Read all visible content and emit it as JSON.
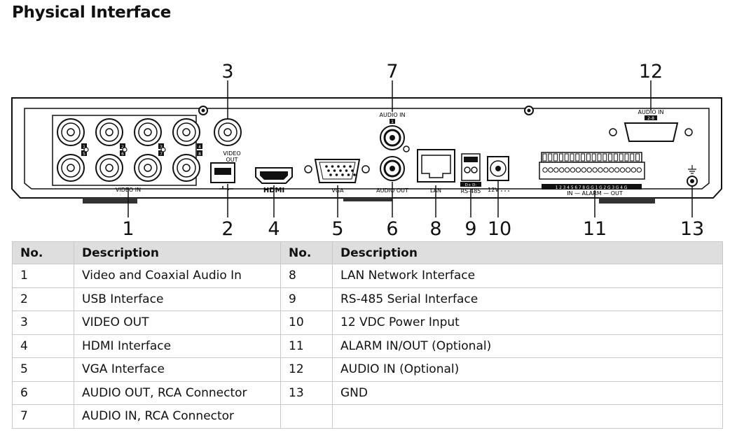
{
  "title": "Physical Interface",
  "callouts": [
    "1",
    "2",
    "3",
    "4",
    "5",
    "6",
    "7",
    "8",
    "9",
    "10",
    "11",
    "12",
    "13"
  ],
  "panel_labels": {
    "video_in": "VIDEO IN",
    "video_out_1": "VIDEO",
    "video_out_2": "OUT",
    "audio_in": "AUDIO IN",
    "audio_in_num": "1",
    "vga": "VGA",
    "audio_out": "AUDIO OUT",
    "lan": "LAN",
    "rs485": "RS-485",
    "rs485_pins": "D+ D-",
    "power": "12V",
    "alarm": "IN — ALARM — OUT",
    "alarm_pins": "1 2 3 4 5 6 7 8 G G 1 G 2 G 3 G 4 G",
    "audio_in_2": "AUDIO IN",
    "audio_in_2_range": "2-8",
    "hdmi": "HDMI",
    "bnc_nums": [
      "1",
      "5",
      "2",
      "6",
      "3",
      "7",
      "4",
      "8"
    ]
  },
  "table": {
    "headers": [
      "No.",
      "Description",
      "No.",
      "Description"
    ],
    "rows": [
      [
        "1",
        "Video and Coaxial Audio In",
        "8",
        "LAN Network Interface"
      ],
      [
        "2",
        "USB Interface",
        "9",
        "RS-485 Serial Interface"
      ],
      [
        "3",
        "VIDEO OUT",
        "10",
        "12 VDC Power Input"
      ],
      [
        "4",
        "HDMI Interface",
        "11",
        "ALARM IN/OUT (Optional)"
      ],
      [
        "5",
        "VGA Interface",
        "12",
        "AUDIO IN (Optional)"
      ],
      [
        "6",
        "AUDIO OUT, RCA Connector",
        "13",
        "GND"
      ],
      [
        "7",
        "AUDIO IN, RCA Connector",
        "",
        ""
      ]
    ]
  }
}
